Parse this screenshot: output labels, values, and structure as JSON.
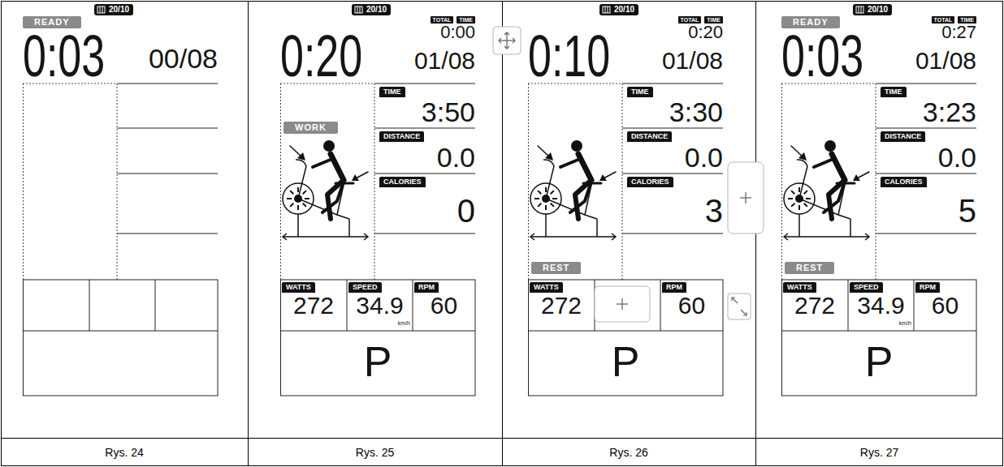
{
  "diagram": {
    "nodes": [
      {
        "text": [
          "20/10"
        ]
      },
      {
        "text": [
          "READY"
        ]
      },
      {
        "text": [
          "20/10"
        ]
      },
      {
        "text": [
          "TOTAL"
        ]
      },
      {
        "text": [
          "TIME"
        ]
      },
      {
        "text": [
          "WORK"
        ]
      },
      {
        "text": [
          "TIME"
        ]
      },
      {
        "text": [
          "DISTANCE"
        ]
      },
      {
        "text": [
          "CALORIES"
        ]
      },
      {
        "text": [
          "WATTS"
        ]
      },
      {
        "text": [
          "SPEED"
        ]
      },
      {
        "text": [
          "RPM"
        ]
      },
      {
        "text": [
          "20/10"
        ]
      },
      {
        "text": [
          "TOTAL"
        ]
      },
      {
        "text": [
          "TIME"
        ]
      },
      {
        "text": [
          "TIME"
        ]
      },
      {
        "text": [
          "DISTANCE"
        ]
      },
      {
        "text": [
          "CALORIES"
        ]
      },
      {
        "text": [
          "REST"
        ]
      },
      {
        "text": [
          "WATTS"
        ]
      },
      {
        "text": [
          "RPM"
        ]
      },
      {
        "text": [
          "20/10"
        ]
      },
      {
        "text": [
          "READY"
        ]
      },
      {
        "text": [
          "TOTAL"
        ]
      },
      {
        "text": [
          "TIME"
        ]
      },
      {
        "text": [
          "TIME"
        ]
      },
      {
        "text": [
          "DISTANCE"
        ]
      },
      {
        "text": [
          "CALORIES"
        ]
      },
      {
        "text": [
          "REST"
        ]
      },
      {
        "text": [
          "WATTS"
        ]
      },
      {
        "text": [
          "SPEED"
        ]
      },
      {
        "text": [
          "RPM"
        ]
      }
    ],
    "labels": [
      "0:03",
      "00/08",
      "0:20",
      "0:00",
      "01/08",
      "3:50",
      "0.0",
      "0",
      "272",
      "34.9",
      "60",
      "km/h",
      "P",
      "0:10",
      "0:20",
      "01/08",
      "3:30",
      "0.0",
      "3",
      "272",
      "60",
      "P",
      "0:03",
      "0:27",
      "01/08",
      "3:23",
      "0.0",
      "5",
      "272",
      "34.9",
      "60",
      "km/h",
      "P",
      "Rys. 24",
      "Rys. 25",
      "Rys. 26",
      "Rys. 27"
    ]
  }
}
